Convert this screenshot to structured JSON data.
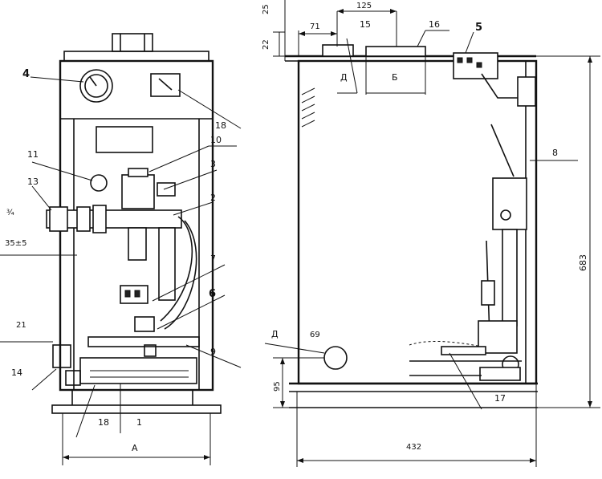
{
  "left_view": {
    "callouts": [
      "4",
      "18",
      "10",
      "11",
      "3",
      "13",
      "2",
      "7",
      "6",
      "9",
      "14",
      "18",
      "1"
    ],
    "dims": {
      "inlet": "¾",
      "offset": "35±5",
      "bottom_offset": "21",
      "width": "А"
    }
  },
  "right_view": {
    "callouts": [
      "15",
      "16",
      "5",
      "8",
      "17"
    ],
    "letters": [
      "Д",
      "Б",
      "Д"
    ],
    "dims": {
      "top1": "25",
      "top2": "22",
      "top3": "71",
      "top4": "125",
      "height": "683",
      "pipe_dia": "69",
      "pipe_height": "95",
      "depth": "432"
    }
  }
}
